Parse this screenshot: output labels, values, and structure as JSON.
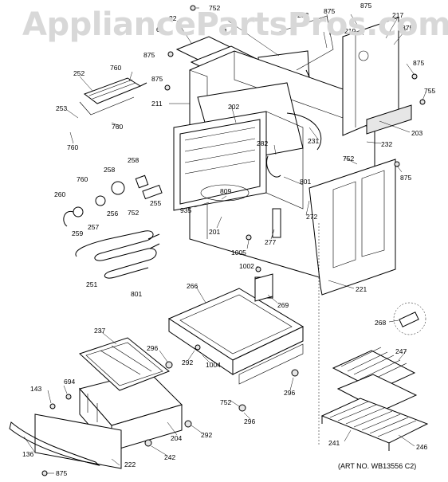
{
  "watermark": "AppliancePartsPros.com",
  "art_number": "(ART NO. WB13556 C2)",
  "labels": {
    "p752a": "752",
    "p22": "22",
    "p282a": "282",
    "p875a": "875",
    "p875b": "875",
    "p217": "217",
    "p875c": "875",
    "p875d": "875",
    "p875e": "875",
    "p875f": "875",
    "p875g": "875",
    "p875h": "875",
    "p219": "219",
    "p6": "6",
    "p4": "4",
    "p755": "755",
    "p252": "252",
    "p760a": "760",
    "p211": "211",
    "p202": "202",
    "p203": "203",
    "p253": "253",
    "p760b": "760",
    "p760c": "760",
    "p282b": "282",
    "p231": "231",
    "p232": "232",
    "p752b": "752",
    "p258a": "258",
    "p258b": "258",
    "p760d": "760",
    "p260": "260",
    "p809": "809",
    "p801a": "801",
    "p752c": "752",
    "p255": "255",
    "p256": "256",
    "p257": "257",
    "p259": "259",
    "p935": "935",
    "p272": "272",
    "p201": "201",
    "p277": "277",
    "p1005": "1005",
    "p1002": "1002",
    "p251": "251",
    "p801b": "801",
    "p221": "221",
    "p266": "266",
    "p269": "269",
    "p268": "268",
    "p237": "237",
    "p296a": "296",
    "p292a": "292",
    "p1004": "1004",
    "p247": "247",
    "p694": "694",
    "p143": "143",
    "p296b": "296",
    "p752d": "752",
    "p296c": "296",
    "p204": "204",
    "p292b": "292",
    "p241": "241",
    "p246": "246",
    "p136": "136",
    "p242": "242",
    "p222": "222"
  }
}
